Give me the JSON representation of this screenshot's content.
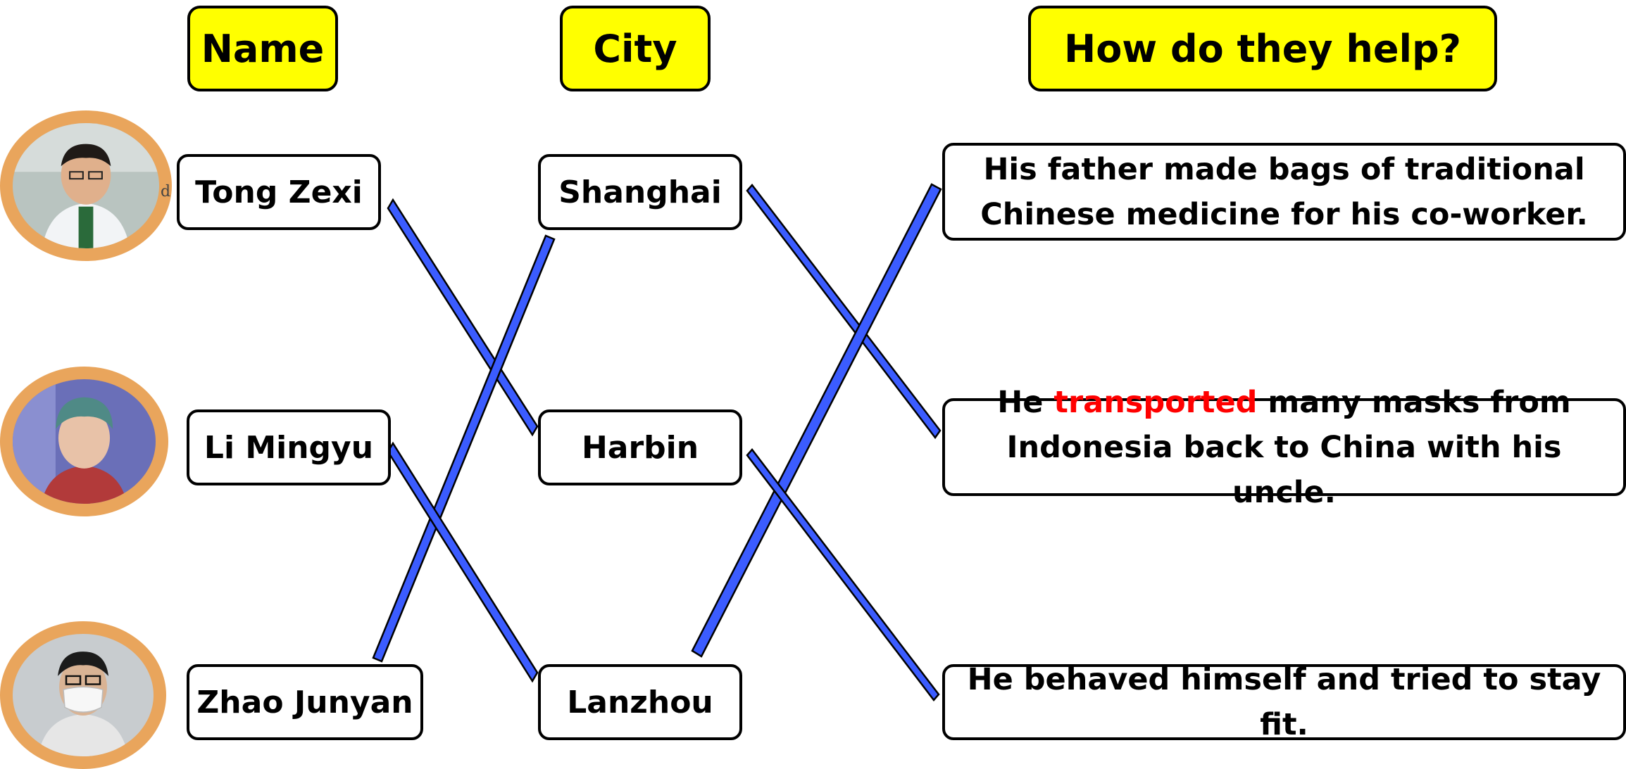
{
  "headers": {
    "name": "Name",
    "city": "City",
    "help": "How do they help?"
  },
  "names": [
    "Tong Zexi",
    "Li Mingyu",
    "Zhao Junyan"
  ],
  "cities": [
    "Shanghai",
    "Harbin",
    "Lanzhou"
  ],
  "helps": {
    "h1_line1": "His father made bags of traditional",
    "h1_line2": "Chinese medicine for his co-worker.",
    "h2_pre": "He ",
    "h2_red": "transported",
    "h2_post": " many masks from",
    "h2_line2": "Indonesia back to China with his uncle.",
    "h3": "He behaved himself and tried to stay fit."
  },
  "colors": {
    "header_bg": "#ffff00",
    "line": "#3b5cff",
    "highlight": "#ff0000",
    "avatar_ring": "#e9a55c"
  },
  "avatars": [
    {
      "label": "student photo 1"
    },
    {
      "label": "student photo 2"
    },
    {
      "label": "student photo 3"
    }
  ],
  "connections": [
    {
      "from": "Tong Zexi",
      "to": "Harbin"
    },
    {
      "from": "Li Mingyu",
      "to": "Lanzhou"
    },
    {
      "from": "Zhao Junyan",
      "to": "Shanghai"
    },
    {
      "from": "Shanghai",
      "to": "He transported many masks from Indonesia back to China with his uncle."
    },
    {
      "from": "Harbin",
      "to": "He behaved himself and tried to stay fit."
    },
    {
      "from": "Lanzhou",
      "to": "His father made bags of traditional Chinese medicine for his co-worker."
    }
  ]
}
